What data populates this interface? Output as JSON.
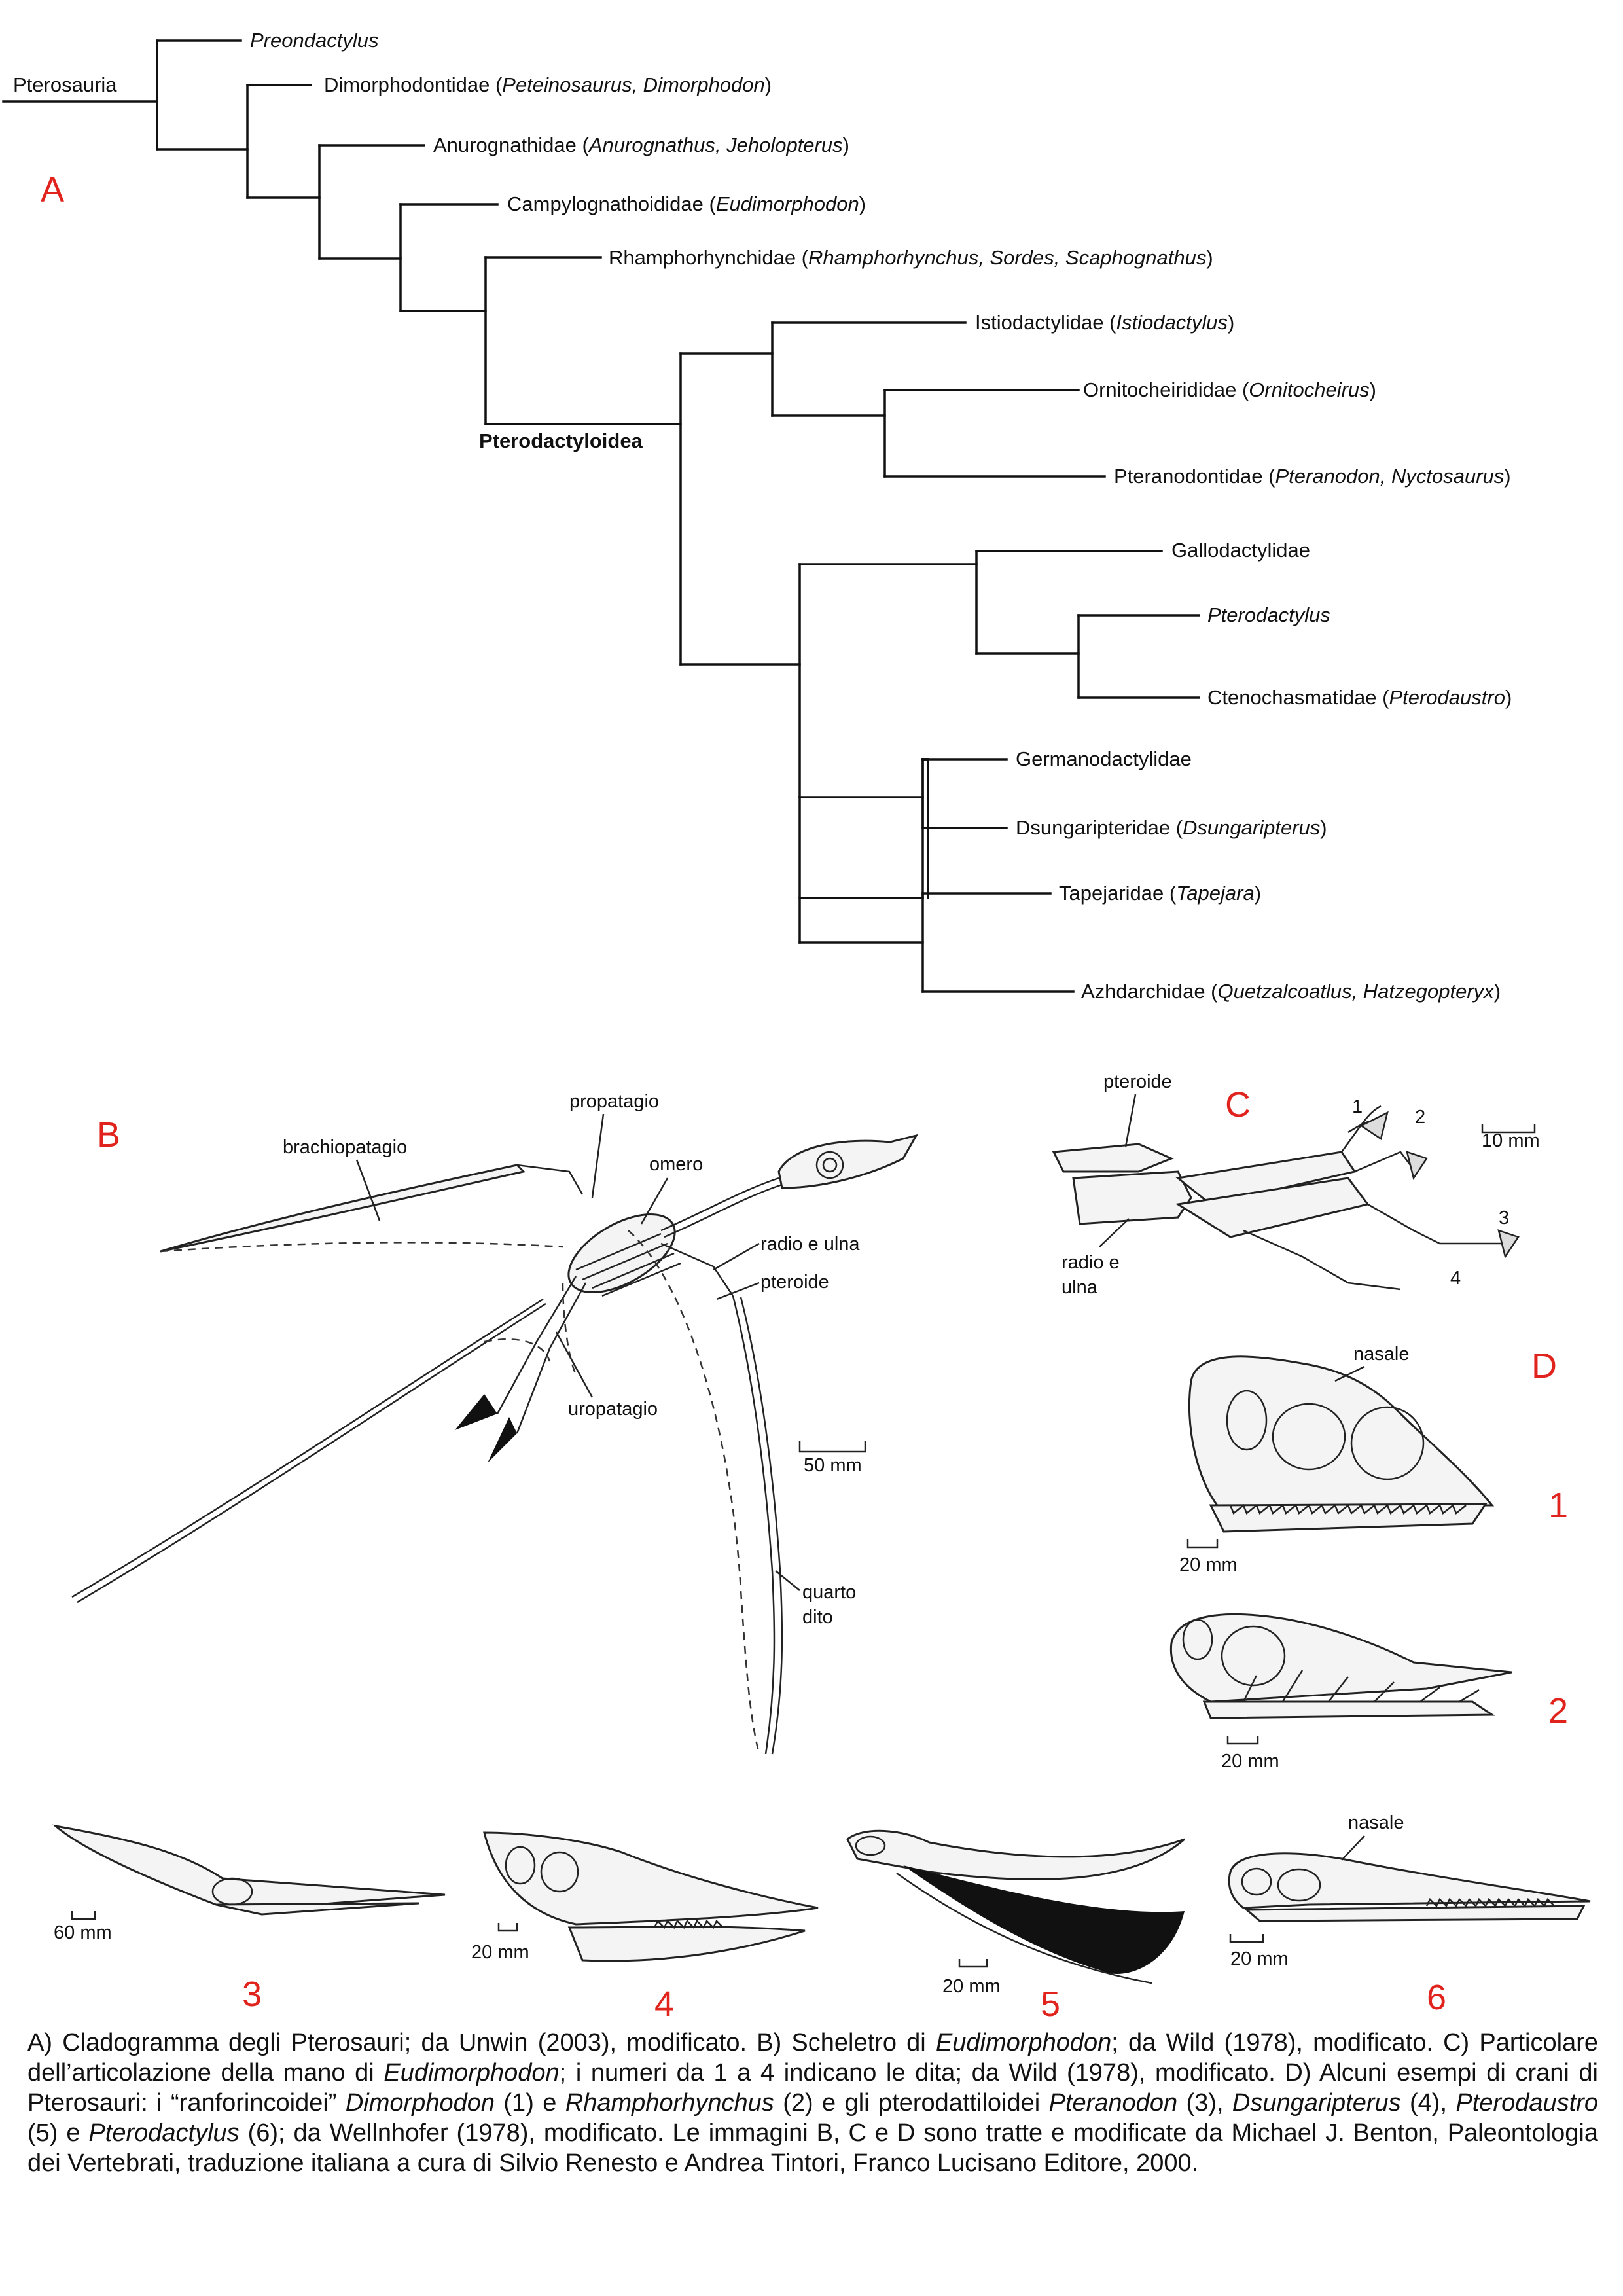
{
  "cladogram": {
    "panel_letter": "A",
    "root_label": "Pterosauria",
    "clade_label": "Pterodactyloidea",
    "taxa": [
      {
        "parts": [
          {
            "t": "Preondactylus",
            "i": true
          }
        ]
      },
      {
        "parts": [
          {
            "t": "Dimorphodontidae (",
            "i": false
          },
          {
            "t": "Peteinosaurus, Dimorphodon",
            "i": true
          },
          {
            "t": ")",
            "i": false
          }
        ]
      },
      {
        "parts": [
          {
            "t": "Anurognathidae (",
            "i": false
          },
          {
            "t": "Anurognathus, Jeholopterus",
            "i": true
          },
          {
            "t": ")",
            "i": false
          }
        ]
      },
      {
        "parts": [
          {
            "t": "Campylognathoididae (",
            "i": false
          },
          {
            "t": "Eudimorphodon",
            "i": true
          },
          {
            "t": ")",
            "i": false
          }
        ]
      },
      {
        "parts": [
          {
            "t": "Rhamphorhynchidae (",
            "i": false
          },
          {
            "t": "Rhamphorhynchus, Sordes, Scaphognathus",
            "i": true
          },
          {
            "t": ")",
            "i": false
          }
        ]
      },
      {
        "parts": [
          {
            "t": "Istiodactylidae (",
            "i": false
          },
          {
            "t": "Istiodactylus",
            "i": true
          },
          {
            "t": ")",
            "i": false
          }
        ]
      },
      {
        "parts": [
          {
            "t": "Ornitocheirididae (",
            "i": false
          },
          {
            "t": "Ornitocheirus",
            "i": true
          },
          {
            "t": ")",
            "i": false
          }
        ]
      },
      {
        "parts": [
          {
            "t": "Pteranodontidae (",
            "i": false
          },
          {
            "t": "Pteranodon, Nyctosaurus",
            "i": true
          },
          {
            "t": ")",
            "i": false
          }
        ]
      },
      {
        "parts": [
          {
            "t": "Gallodactylidae",
            "i": false
          }
        ]
      },
      {
        "parts": [
          {
            "t": "Pterodactylus",
            "i": true
          }
        ]
      },
      {
        "parts": [
          {
            "t": "Ctenochasmatidae (",
            "i": false
          },
          {
            "t": "Pterodaustro",
            "i": true
          },
          {
            "t": ")",
            "i": false
          }
        ]
      },
      {
        "parts": [
          {
            "t": "Germanodactylidae",
            "i": false
          }
        ]
      },
      {
        "parts": [
          {
            "t": "Dsungaripteridae (",
            "i": false
          },
          {
            "t": "Dsungaripterus",
            "i": true
          },
          {
            "t": ")",
            "i": false
          }
        ]
      },
      {
        "parts": [
          {
            "t": "Tapejaridae (",
            "i": false
          },
          {
            "t": "Tapejara",
            "i": true
          },
          {
            "t": ")",
            "i": false
          }
        ]
      },
      {
        "parts": [
          {
            "t": "Azhdarchidae (",
            "i": false
          },
          {
            "t": "Quetzalcoatlus, Hatzegopteryx",
            "i": true
          },
          {
            "t": ")",
            "i": false
          }
        ]
      }
    ]
  },
  "skeleton": {
    "panel_letter": "B",
    "labels": {
      "propatagio": "propatagio",
      "brachiopatagio": "brachiopatagio",
      "omero": "omero",
      "radio_ulna": "radio e ulna",
      "pteroide": "pteroide",
      "uropatagio": "uropatagio",
      "scale": "50 mm",
      "quarto_line1": "quarto",
      "quarto_line2": "dito"
    }
  },
  "hand": {
    "panel_letter": "C",
    "labels": {
      "pteroide": "pteroide",
      "radio_line1": "radio e",
      "radio_line2": "ulna",
      "scale": "10 mm",
      "d1": "1",
      "d2": "2",
      "d3": "3",
      "d4": "4"
    }
  },
  "skulls": {
    "panel_letter": "D",
    "items": [
      {
        "number": "1",
        "scale": "20 mm",
        "note": "nasale"
      },
      {
        "number": "2",
        "scale": "20 mm",
        "note": ""
      },
      {
        "number": "3",
        "scale": "60 mm",
        "note": ""
      },
      {
        "number": "4",
        "scale": "20 mm",
        "note": ""
      },
      {
        "number": "5",
        "scale": "20 mm",
        "note": ""
      },
      {
        "number": "6",
        "scale": "20 mm",
        "note": "nasale"
      }
    ]
  },
  "caption": {
    "parts": [
      {
        "t": "A) Cladogramma degli Pterosauri; da Unwin (2003), modificato. B) Scheletro di ",
        "i": false
      },
      {
        "t": "Eudimorphodon",
        "i": true
      },
      {
        "t": "; da Wild (1978), modificato. C) Particolare dell’articolazione della mano di ",
        "i": false
      },
      {
        "t": "Eudimorphodon",
        "i": true
      },
      {
        "t": "; i numeri da 1 a 4 indicano le dita; da Wild (1978), modificato. D) Alcuni esempi di crani di Pterosauri: i “ranforincoidei” ",
        "i": false
      },
      {
        "t": "Dimorphodon",
        "i": true
      },
      {
        "t": " (1) e ",
        "i": false
      },
      {
        "t": "Rhamphorhynchus",
        "i": true
      },
      {
        "t": " (2) e gli pterodattiloidei ",
        "i": false
      },
      {
        "t": "Pteranodon",
        "i": true
      },
      {
        "t": " (3), ",
        "i": false
      },
      {
        "t": "Dsungaripterus",
        "i": true
      },
      {
        "t": " (4), ",
        "i": false
      },
      {
        "t": "Pterodaustro",
        "i": true
      },
      {
        "t": " (5) e ",
        "i": false
      },
      {
        "t": "Pterodactylus",
        "i": true
      },
      {
        "t": " (6); da Wellnhofer (1978), modificato. Le immagini B, C e D sono tratte e modificate da Michael J. Benton, Paleontologia dei Vertebrati, traduzione italiana a cura di Silvio Renesto e Andrea Tintori, Franco Lucisano Editore, 2000.",
        "i": false
      }
    ]
  }
}
